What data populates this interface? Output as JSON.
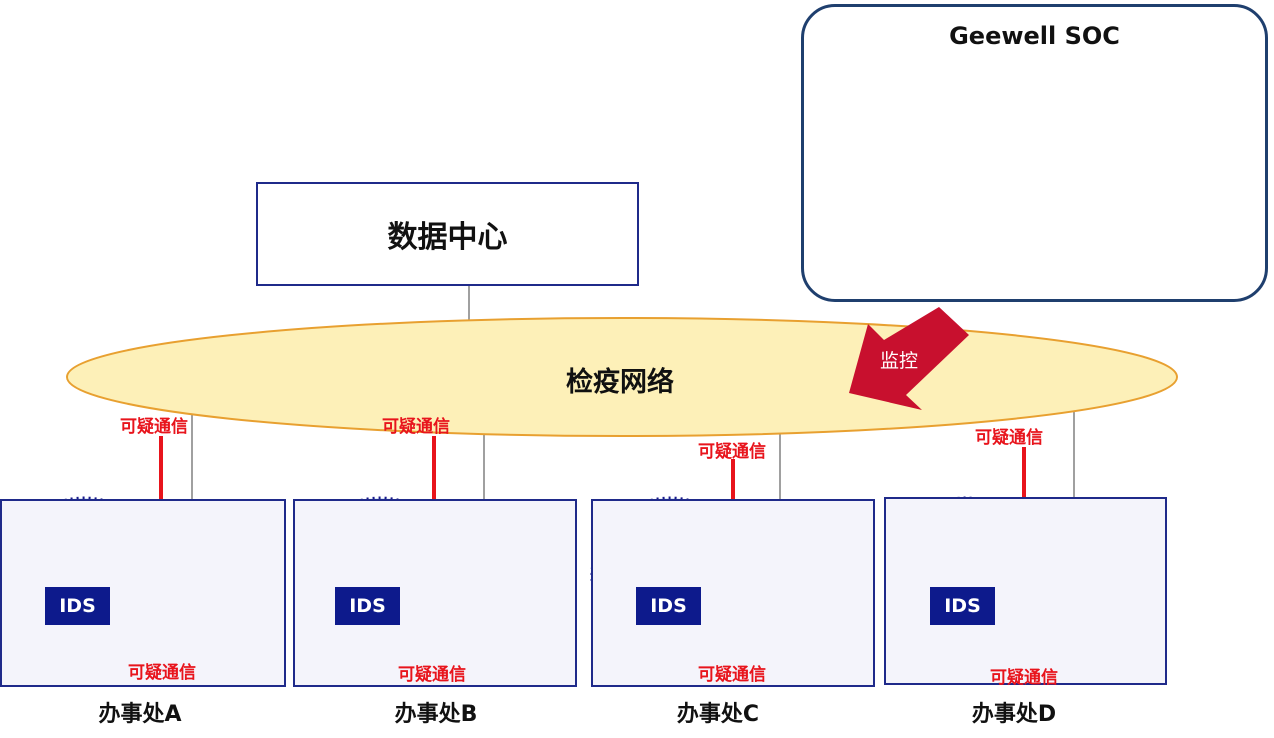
{
  "soc": {
    "title": "Geewell SOC"
  },
  "data_center": {
    "label": "数据中心"
  },
  "network": {
    "label": "检疫网络",
    "monitor_label": "监控"
  },
  "offices": [
    {
      "label": "办事处A",
      "ids_label": "IDS",
      "alert_top": "可疑通信",
      "alert_bottom": "可疑通信"
    },
    {
      "label": "办事处B",
      "ids_label": "IDS",
      "alert_top": "可疑通信",
      "alert_bottom": "可疑通信"
    },
    {
      "label": "办事处C",
      "ids_label": "IDS",
      "alert_top": "可疑通信",
      "alert_bottom": "可疑通信"
    },
    {
      "label": "办事处D",
      "ids_label": "IDS",
      "alert_top": "可疑通信",
      "alert_bottom": "可疑通信"
    }
  ],
  "colors": {
    "network_fill": "#fdf0b8",
    "network_stroke": "#e8a030",
    "alert_red": "#e8141c",
    "ids_blue": "#0d1a8c",
    "zone_fill": "#d6e6f7",
    "zone_dots": "#1a1a8c",
    "monitor_arrow": "#c8102e"
  },
  "icons": {
    "soc_operators": "operators-icon",
    "soc_support": "support-agent-icon",
    "ids_device": "ids-appliance-icon",
    "switch": "switch-icon",
    "warning": "warning-triangle-icon"
  }
}
